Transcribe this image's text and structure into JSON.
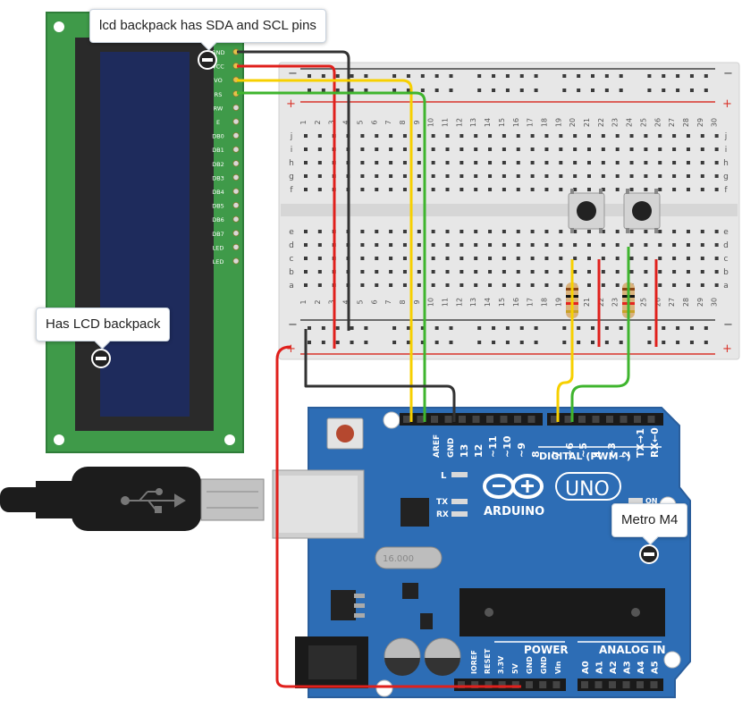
{
  "lcd": {
    "pin_labels": [
      "GND",
      "VCC",
      "VO",
      "RS",
      "RW",
      "E",
      "DB0",
      "DB1",
      "DB2",
      "DB3",
      "DB4",
      "DB5",
      "DB6",
      "DB7",
      "LED",
      "LED"
    ]
  },
  "breadboard": {
    "row_letters_top": [
      "j",
      "i",
      "h",
      "g",
      "f"
    ],
    "row_letters_bottom": [
      "e",
      "d",
      "c",
      "b",
      "a"
    ],
    "column_numbers": [
      "1",
      "2",
      "3",
      "4",
      "5",
      "6",
      "7",
      "8",
      "9",
      "10",
      "11",
      "12",
      "13",
      "14",
      "15",
      "16",
      "17",
      "18",
      "19",
      "20",
      "21",
      "22",
      "23",
      "24",
      "25",
      "26",
      "27",
      "28",
      "29",
      "30"
    ],
    "rail_minus": "−",
    "rail_plus": "+"
  },
  "arduino": {
    "brand": "ARDUINO",
    "model": "UNO",
    "on_label": "ON",
    "l_label": "L",
    "tx_label": "TX",
    "rx_label": "RX",
    "crystal_label": "16.000",
    "digital_header_label": "DIGITAL (PWM~)",
    "digital_pins": [
      "AREF",
      "GND",
      "13",
      "12",
      "~11",
      "~10",
      "~9",
      "8",
      "7",
      "~6",
      "~5",
      "4",
      "~3",
      "2",
      "TX→1",
      "RX←0"
    ],
    "power_header_label": "POWER",
    "power_pins": [
      "IOREF",
      "RESET",
      "3.3V",
      "5V",
      "GND",
      "GND",
      "Vin"
    ],
    "analog_header_label": "ANALOG IN",
    "analog_pins": [
      "A0",
      "A1",
      "A2",
      "A3",
      "A4",
      "A5"
    ]
  },
  "annotations": [
    {
      "text": "lcd backpack has SDA and SCL pins"
    },
    {
      "text": "Has LCD backpack"
    },
    {
      "text": "Metro M4"
    }
  ],
  "colors": {
    "lcd_pcb": "#3f9a49",
    "lcd_screen": "#1e2b5c",
    "board": "#2d6db5",
    "wire_black": "#333333",
    "wire_red": "#e0201c",
    "wire_yellow": "#f7d000",
    "wire_green": "#3fb52e"
  }
}
